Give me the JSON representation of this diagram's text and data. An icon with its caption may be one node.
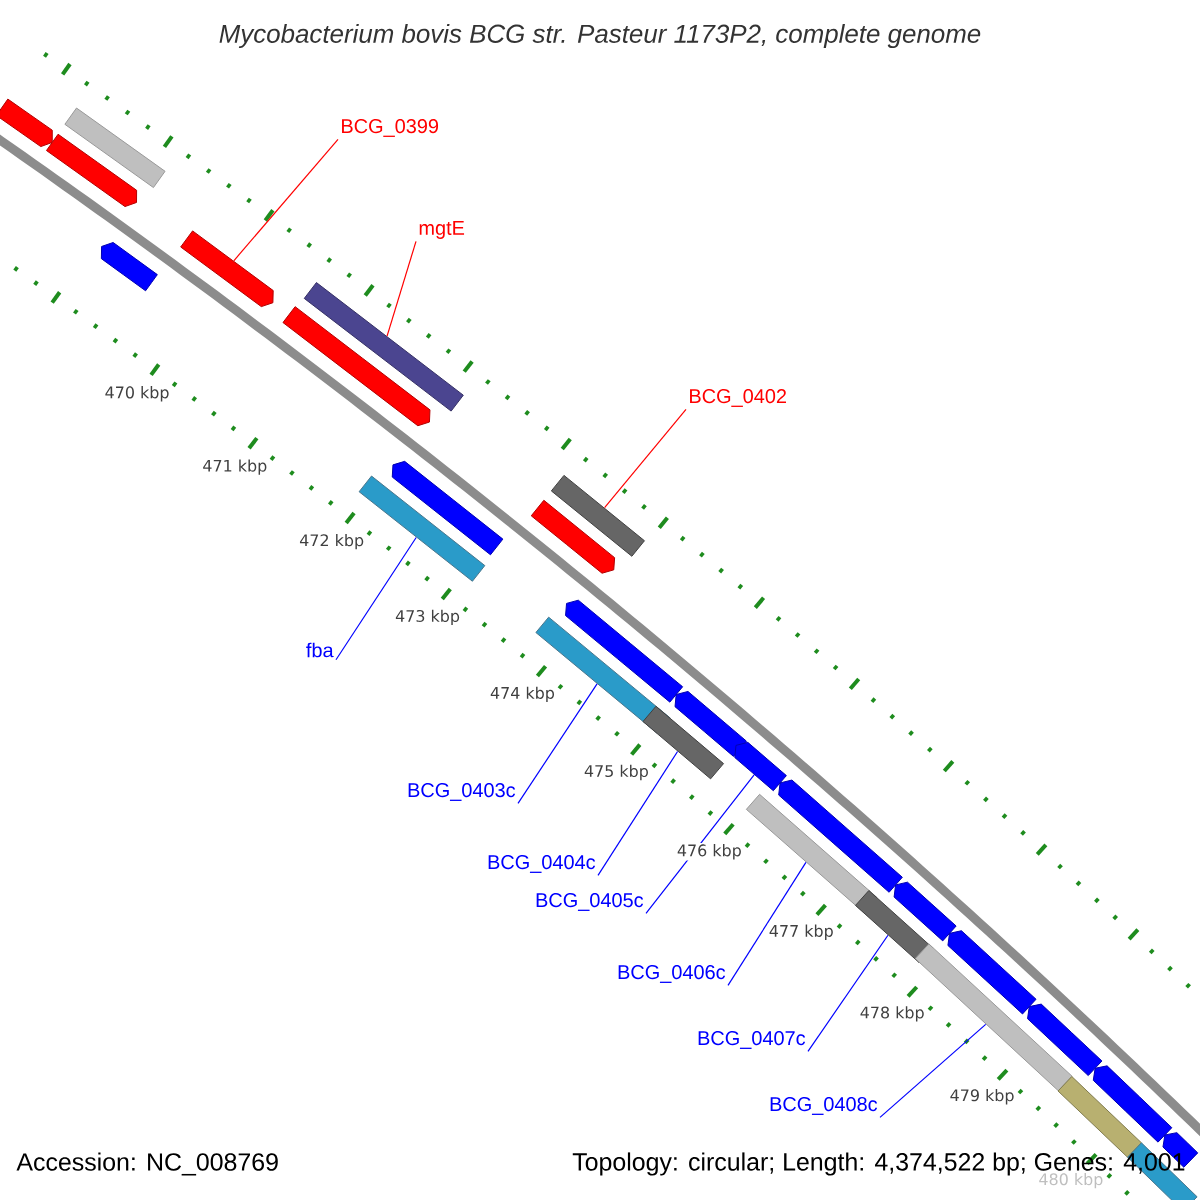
{
  "diagram": {
    "title": "Mycobacterium bovis BCG str. Pasteur 1173P2, complete genome",
    "nodes": [
      {
        "text": [],
        "shape": "arrow"
      },
      {
        "text": [],
        "shape": "arrow"
      },
      {
        "text": [],
        "shape": "bar"
      },
      {
        "text": [],
        "shape": "arrow"
      },
      {
        "text": [],
        "shape": "arrow"
      },
      {
        "text": [],
        "shape": "arrow"
      },
      {
        "text": [],
        "shape": "bar"
      },
      {
        "text": [],
        "shape": "bar"
      },
      {
        "text": [],
        "shape": "arrow"
      },
      {
        "text": [],
        "shape": "arrow"
      },
      {
        "text": [],
        "shape": "bar"
      },
      {
        "text": [],
        "shape": "bar"
      },
      {
        "text": [],
        "shape": "arrow"
      },
      {
        "text": [],
        "shape": "bar"
      },
      {
        "text": [],
        "shape": "arrow"
      },
      {
        "text": [],
        "shape": "arrow"
      },
      {
        "text": [],
        "shape": "bar"
      },
      {
        "text": [],
        "shape": "arrow"
      },
      {
        "text": [],
        "shape": "bar"
      },
      {
        "text": [],
        "shape": "arrow"
      },
      {
        "text": [],
        "shape": "bar"
      },
      {
        "text": [],
        "shape": "arrow"
      },
      {
        "text": [],
        "shape": "arrow"
      },
      {
        "text": [],
        "shape": "bar"
      },
      {
        "text": [],
        "shape": "arrow"
      },
      {
        "text": [],
        "shape": "bar"
      },
      {
        "text": [],
        "shape": "arrow"
      },
      {
        "text": [
          "BCG_0399"
        ]
      },
      {
        "text": [
          "mgtE"
        ]
      },
      {
        "text": [
          "BCG_0402"
        ]
      },
      {
        "text": [
          "fba"
        ]
      },
      {
        "text": [
          "BCG_0403c"
        ]
      },
      {
        "text": [
          "BCG_0404c"
        ]
      },
      {
        "text": [
          "BCG_0405c"
        ]
      },
      {
        "text": [
          "BCG_0406c"
        ]
      },
      {
        "text": [
          "BCG_0407c"
        ]
      },
      {
        "text": [
          "BCG_0408c"
        ]
      }
    ],
    "edges": [
      {
        "from": 27,
        "to": 4,
        "arrow": "none",
        "color": "#ff0000"
      },
      {
        "from": 28,
        "to": 6,
        "arrow": "none",
        "color": "#ff0000"
      },
      {
        "from": 29,
        "to": 10,
        "arrow": "none",
        "color": "#ff0000"
      },
      {
        "from": 30,
        "to": 7,
        "arrow": "none"
      },
      {
        "from": 31,
        "to": 11,
        "arrow": "none"
      },
      {
        "from": 32,
        "to": 13,
        "arrow": "none"
      },
      {
        "from": 33,
        "to": 15,
        "arrow": "none"
      },
      {
        "from": 34,
        "to": 16,
        "arrow": "none"
      },
      {
        "from": 35,
        "to": 18,
        "arrow": "none"
      },
      {
        "from": 36,
        "to": 20,
        "arrow": "none"
      }
    ],
    "labels": [
      "470 kbp",
      "471 kbp",
      "472 kbp",
      "473 kbp",
      "474 kbp",
      "475 kbp",
      "476 kbp",
      "477 kbp",
      "478 kbp",
      "479 kbp",
      "480 kbp",
      "Accession: NC_008769",
      "Topology: circular; Length: 4,374,522 bp; Genes: 4,001"
    ]
  }
}
